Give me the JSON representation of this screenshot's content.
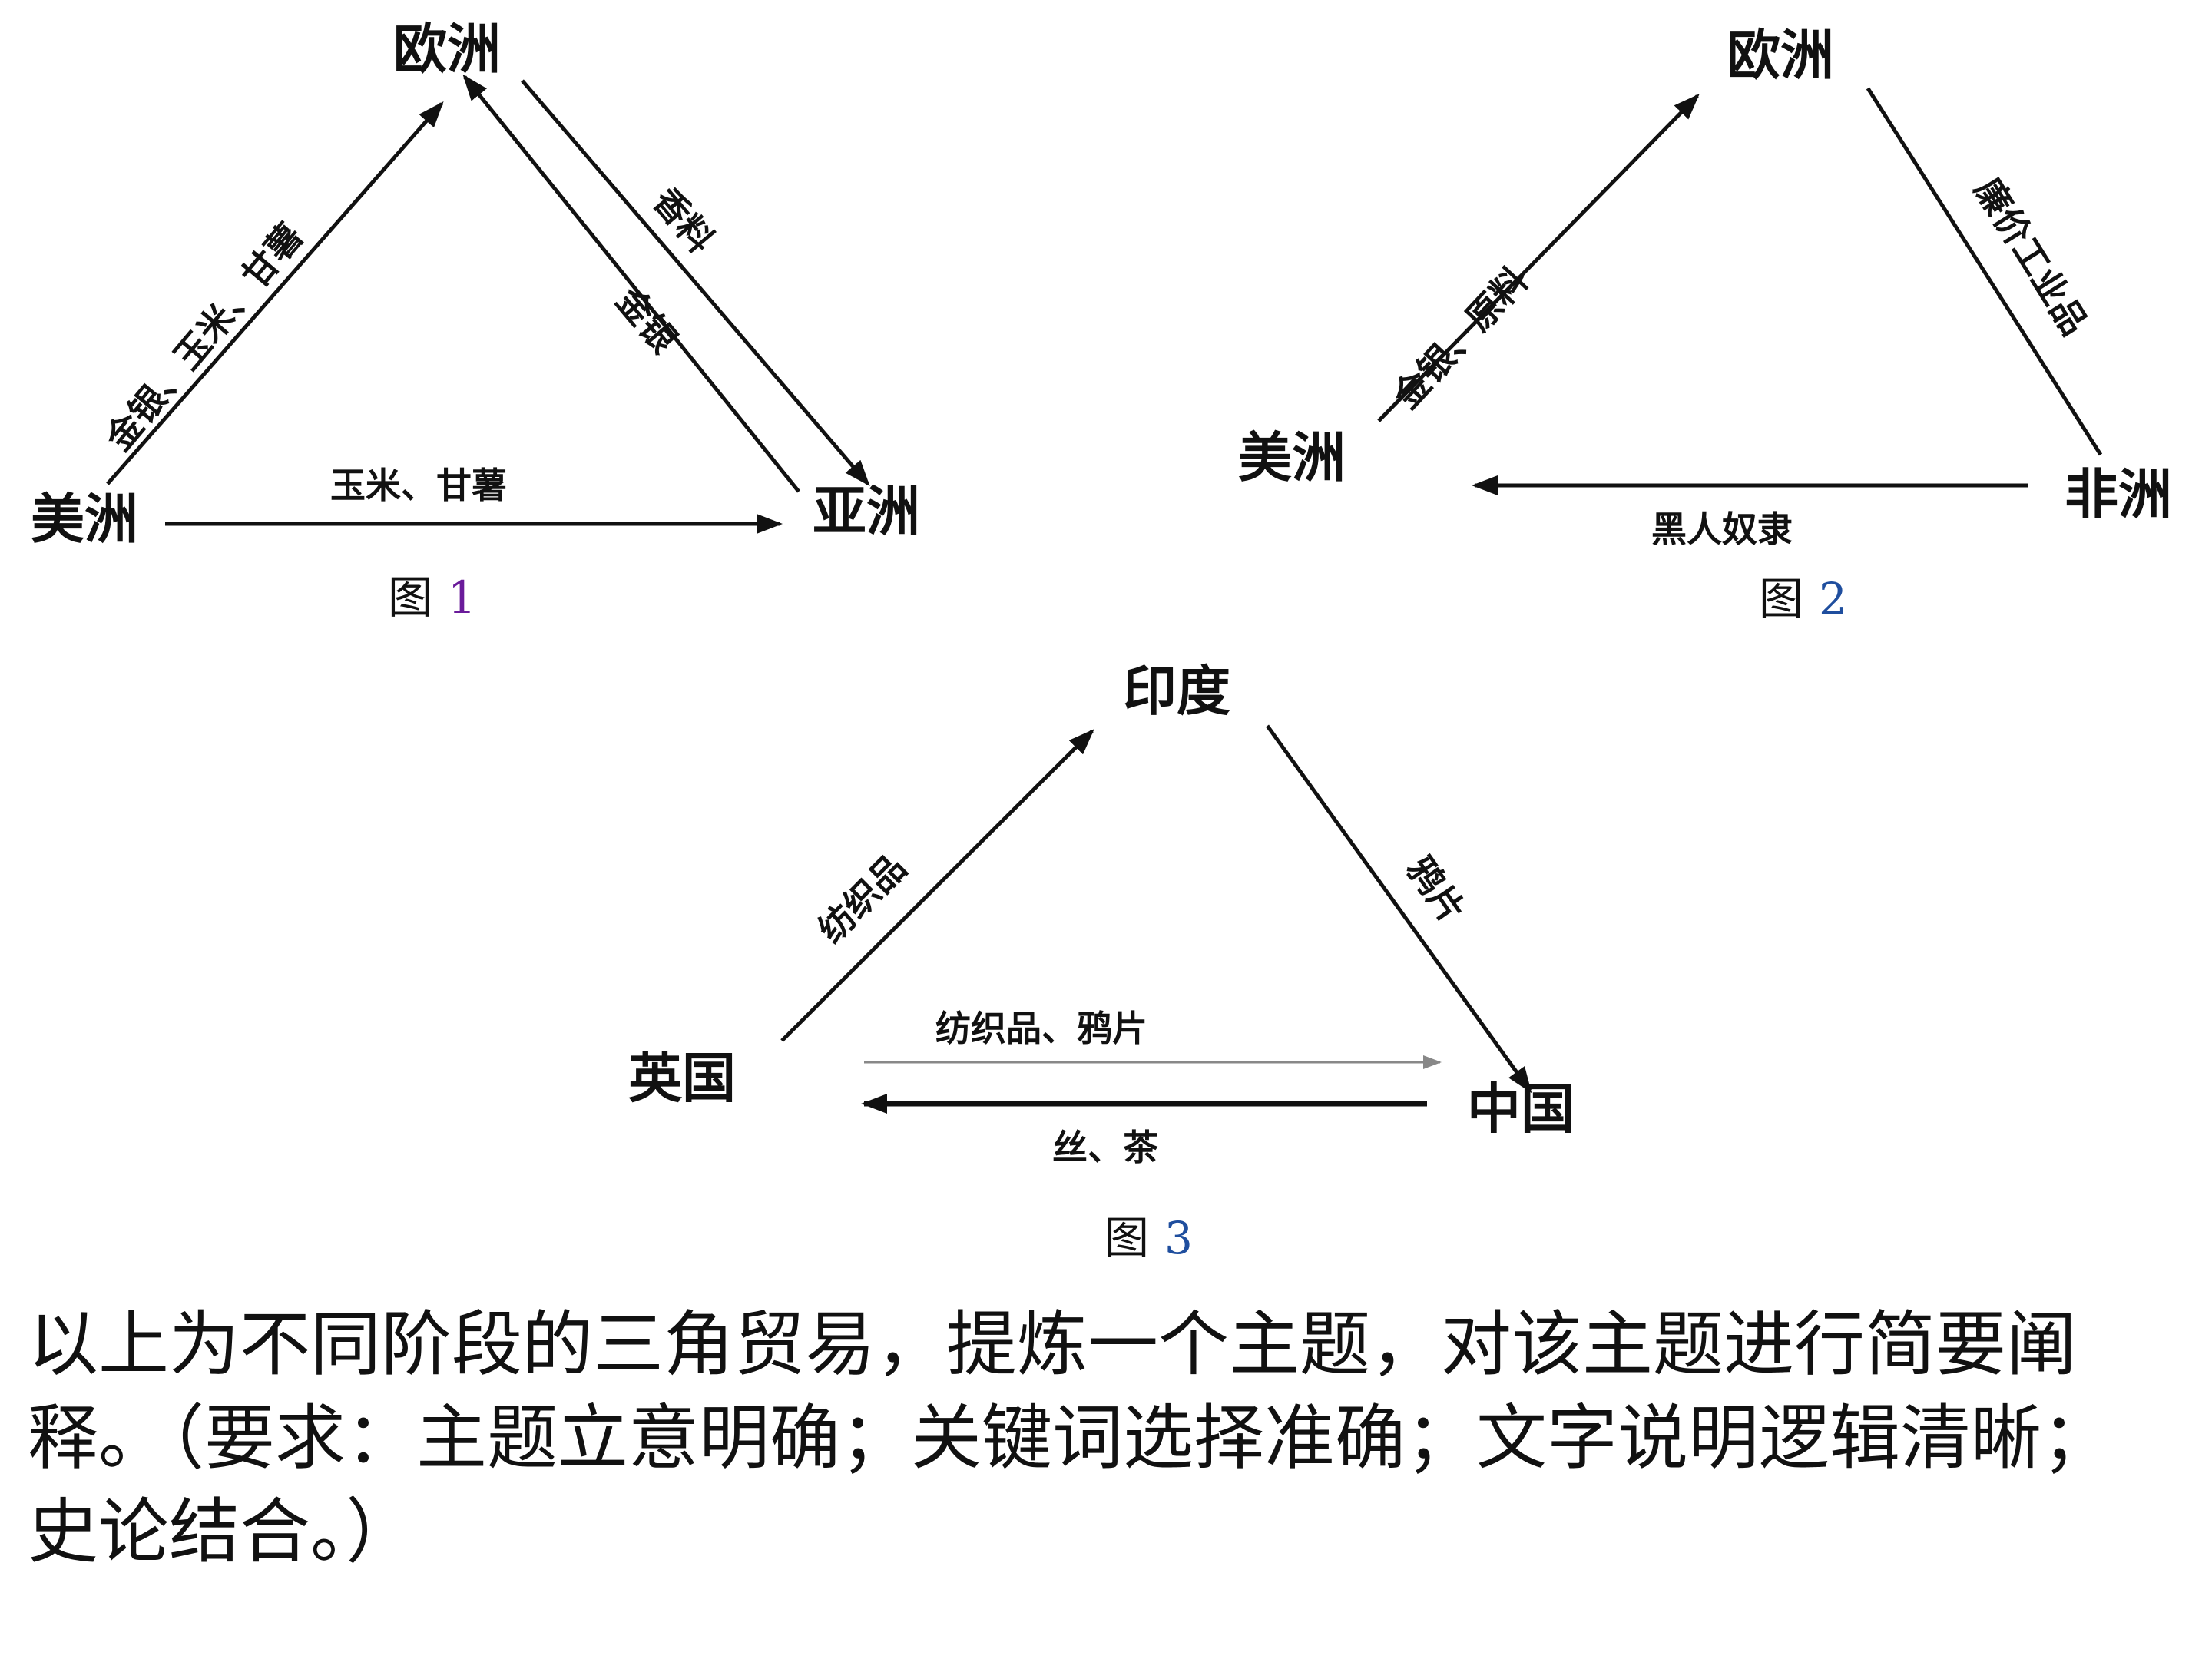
{
  "figures": [
    {
      "caption_label": "图",
      "caption_number": "1",
      "nodes": {
        "europe": "欧洲",
        "americas": "美洲",
        "asia": "亚洲"
      },
      "edges": {
        "americas_to_europe": "金银、玉米、甘薯",
        "europe_to_asia": "香料",
        "asia_to_europe": "金银",
        "americas_to_asia": "玉米、甘薯"
      }
    },
    {
      "caption_label": "图",
      "caption_number": "2",
      "nodes": {
        "europe": "欧洲",
        "americas": "美洲",
        "africa": "非洲"
      },
      "edges": {
        "americas_to_europe": "金银、原料",
        "europe_to_africa": "廉价工业品",
        "africa_to_americas": "黑人奴隶"
      }
    },
    {
      "caption_label": "图",
      "caption_number": "3",
      "nodes": {
        "india": "印度",
        "britain": "英国",
        "china": "中国"
      },
      "edges": {
        "britain_to_india": "纺织品",
        "india_to_china": "鸦片",
        "britain_to_china": "纺织品、鸦片",
        "china_to_britain": "丝、茶"
      }
    }
  ],
  "question": {
    "line1": "以上为不同阶段的三角贸易，提炼一个主题，对该主题进行简要阐",
    "line2": "释。（要求：主题立意明确；关键词选择准确；文字说明逻辑清晰；",
    "line3": "史论结合。）"
  },
  "colors": {
    "ink": "#111111",
    "caption_number_1": "#6a1b9a",
    "caption_number_2": "#1f4e9e",
    "caption_number_3": "#1f4e9e"
  }
}
